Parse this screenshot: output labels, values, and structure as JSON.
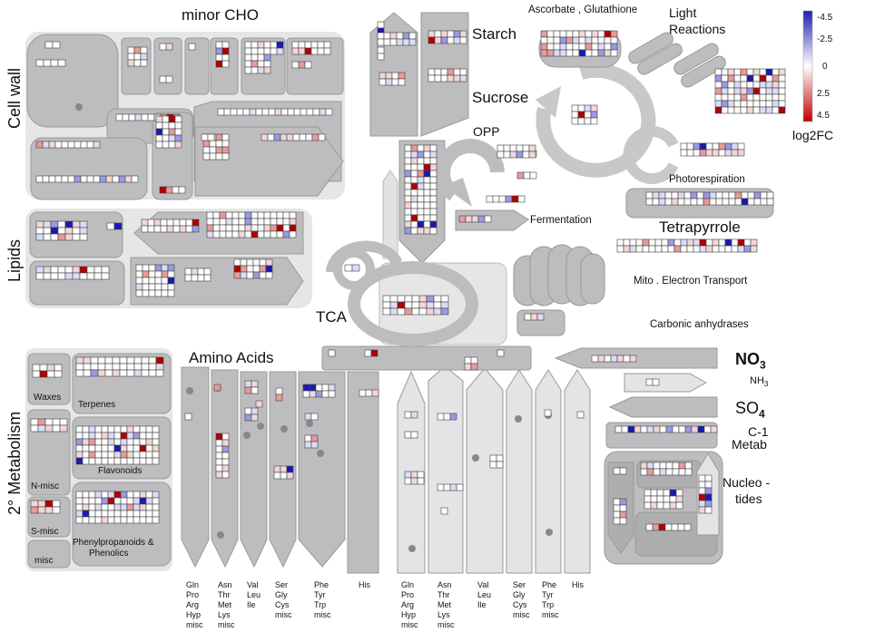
{
  "sections": {
    "minor_cho": "minor  CHO",
    "cell_wall": "Cell wall",
    "lipids": "Lipids",
    "secondary_metabolism": "2° Metabolism",
    "starch": "Starch",
    "sucrose": "Sucrose",
    "ascorbate": "Ascorbate , Glutathione",
    "light_reactions_line1": "Light",
    "light_reactions_line2": "Reactions",
    "opp": "OPP",
    "fermentation": "Fermentation",
    "photorespiration": "Photorespiration",
    "tetrapyrrole": "Tetrapyrrole",
    "mito_electron": "Mito . Electron  Transport",
    "tca": "TCA",
    "carbonic": "Carbonic  anhydrases",
    "amino_acids": "Amino  Acids",
    "no3": "NO",
    "no3_sub": "3",
    "nh3": "NH",
    "nh3_sub": "3",
    "so4": "SO",
    "so4_sub": "4",
    "c1_line1": "C-1",
    "c1_line2": "Metab",
    "nucleotides_line1": "Nucleo -",
    "nucleotides_line2": "tides",
    "waxes": "Waxes",
    "terpenes": "Terpenes",
    "flavonoids": "Flavonoids",
    "n_misc": "N-misc",
    "s_misc": "S-misc",
    "misc": "misc",
    "phenylpropanoids_line1": "Phenylpropanoids  &",
    "phenylpropanoids_line2": "Phenolics"
  },
  "amino_acid_groups": [
    "Gln\nPro\nArg\nHyp\nmisc",
    "Asn\nThr\nMet\nLys\nmisc",
    "Val\nLeu\nIle",
    "Ser\nGly\nCys\nmisc",
    "Phe\nTyr\nTrp\nmisc",
    "His",
    "Gln\nPro\nArg\nHyp\nmisc",
    "Asn\nThr\nMet\nLys\nmisc",
    "Val\nLeu\nIle",
    "Ser\nGly\nCys\nmisc",
    "Phe\nTyr\nTrp\nmisc",
    "His"
  ],
  "legend": {
    "title": "log2FC",
    "ticks": [
      "-4.5",
      "-2.5",
      "0",
      "2.5",
      "4.5"
    ],
    "colors": {
      "low": "#1f1fb4",
      "mid": "#ffffff",
      "high": "#c00000"
    }
  },
  "colors": {
    "panel_light": "#e6e6e6",
    "panel_dark": "#b9b9bb",
    "cell_border": "#404040",
    "strong_red": "#b40000",
    "strong_blue": "#1a1ab0"
  }
}
